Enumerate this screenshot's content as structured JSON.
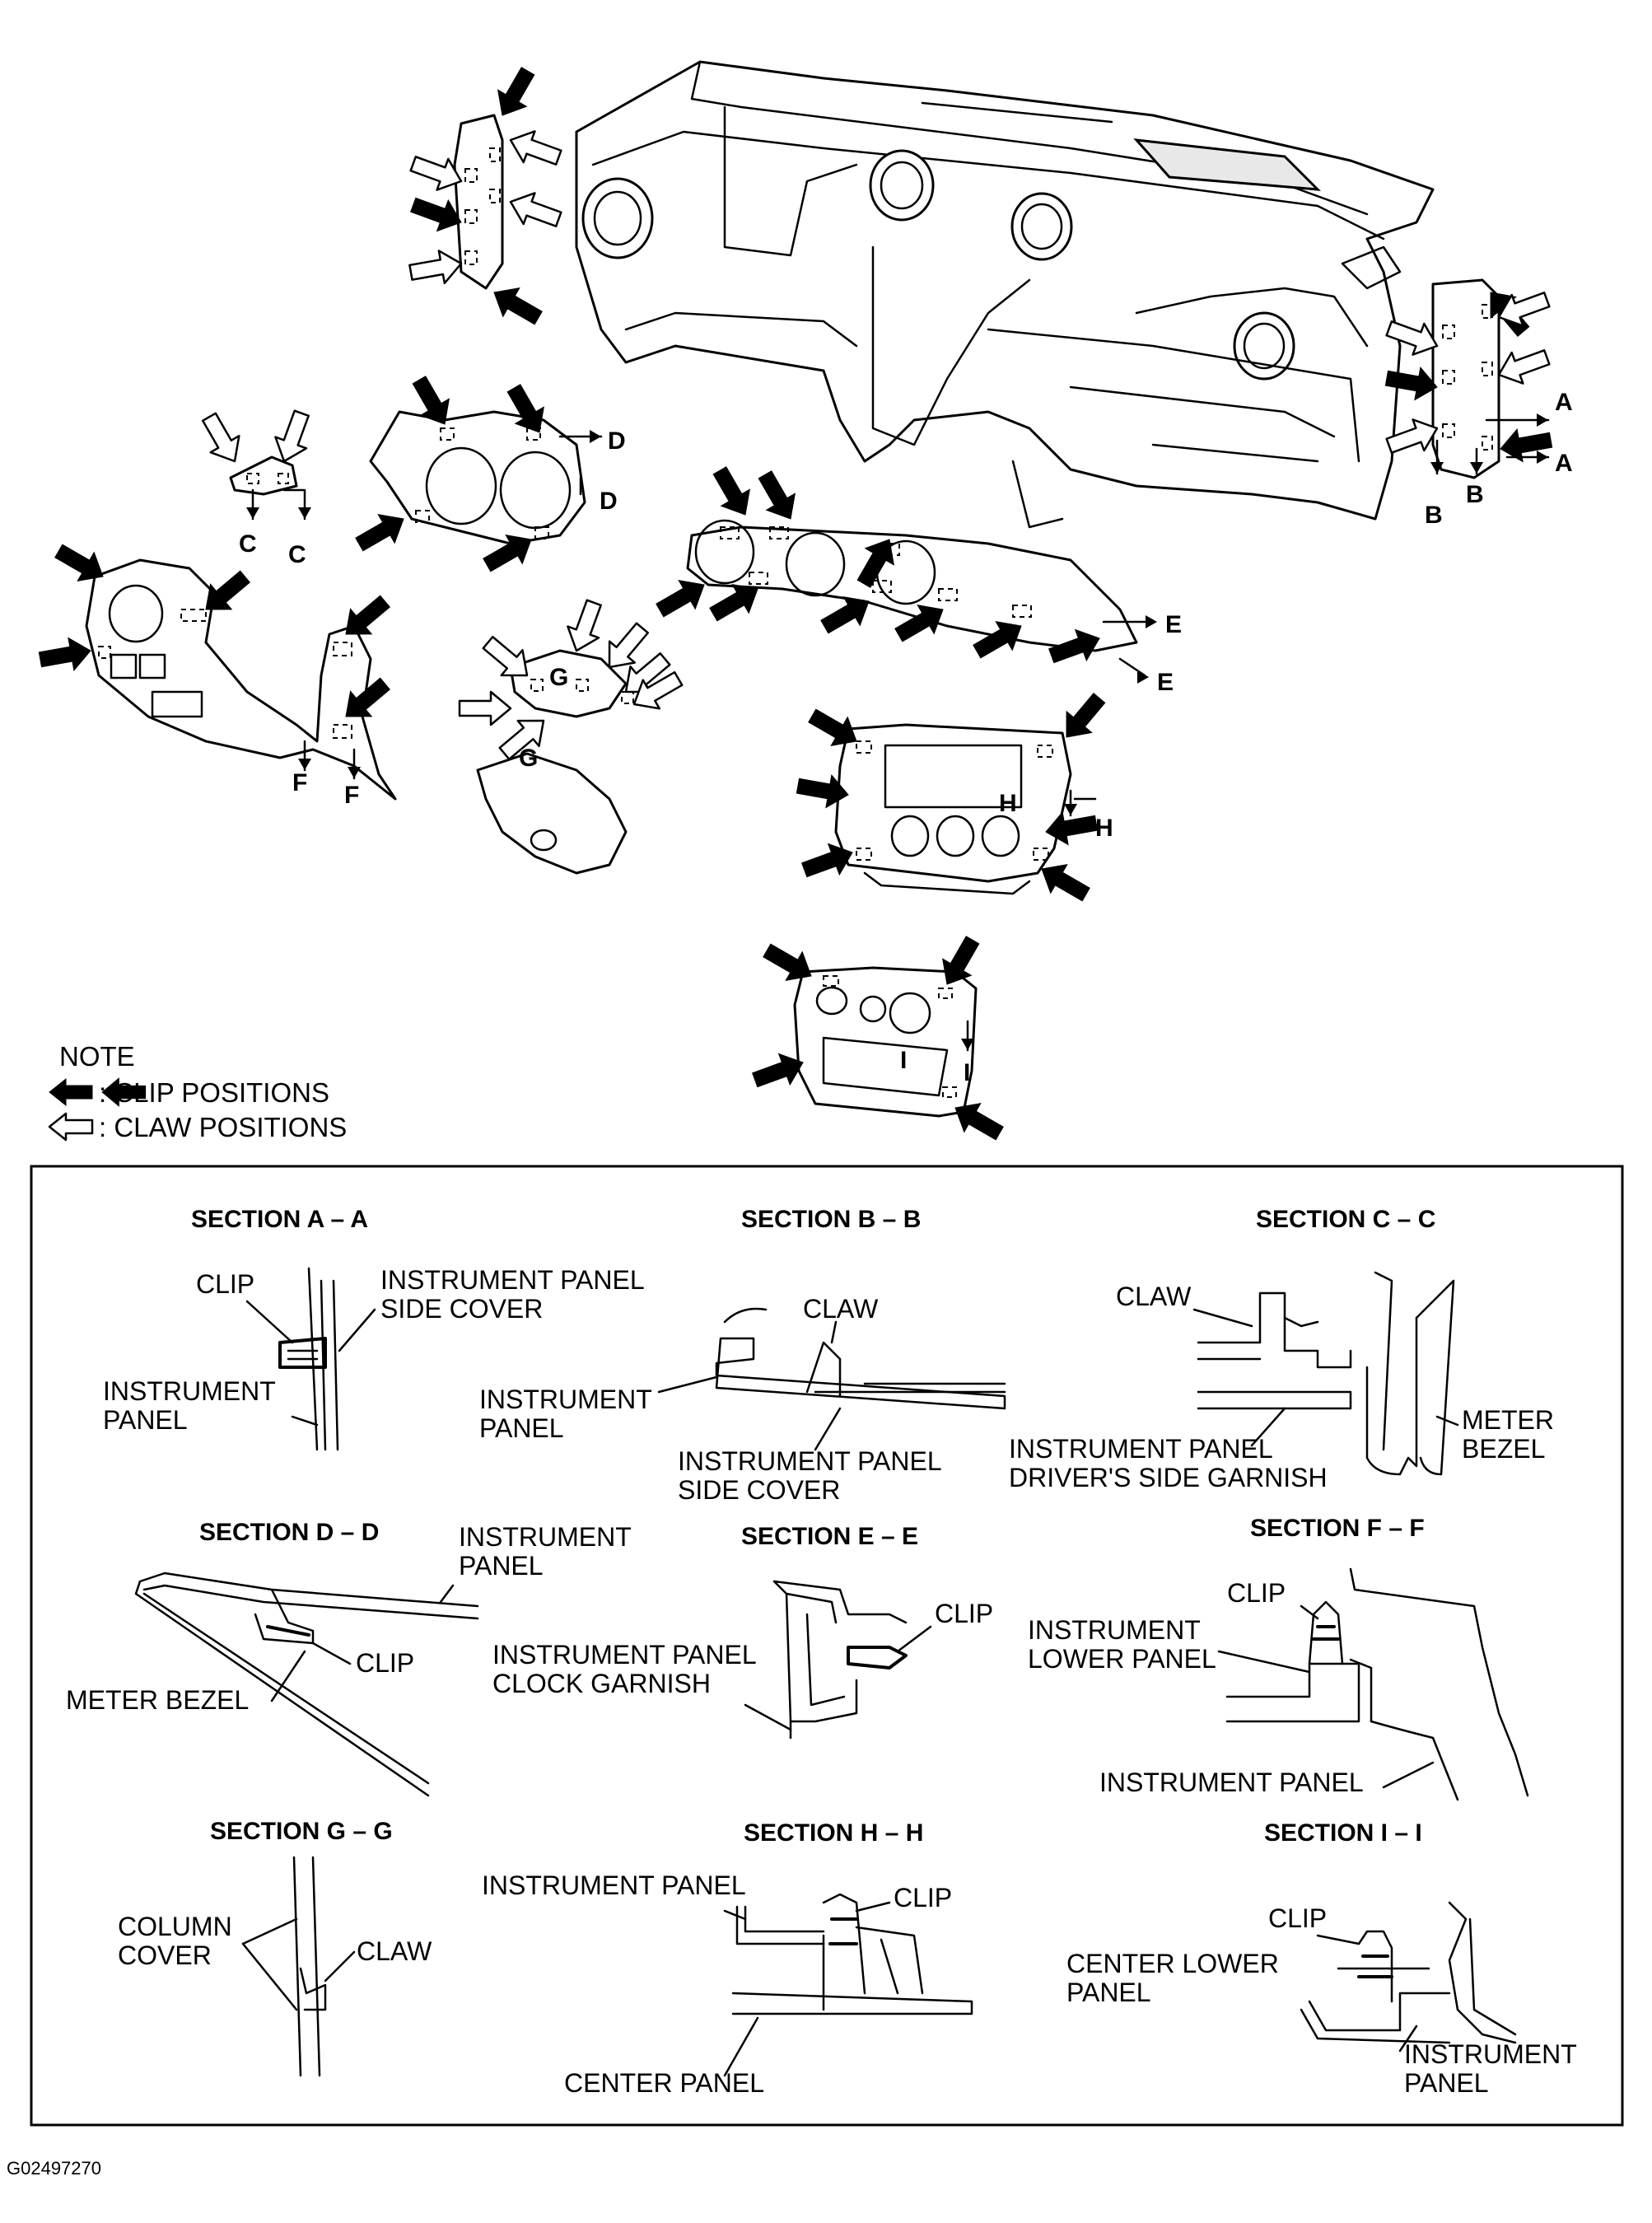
{
  "cut_labels": {
    "a": "A",
    "b": "B",
    "c": "C",
    "d": "D",
    "e": "E",
    "f": "F",
    "g": "G",
    "h": "H",
    "i": "I"
  },
  "note": {
    "title": "NOTE",
    "clip_legend": ": CLIP POSITIONS",
    "claw_legend": ": CLAW POSITIONS"
  },
  "sections": {
    "a": {
      "title": "SECTION A – A",
      "clip": "CLIP",
      "side_cover_1": "INSTRUMENT PANEL",
      "side_cover_2": "SIDE COVER",
      "panel_1": "INSTRUMENT",
      "panel_2": "PANEL"
    },
    "b": {
      "title": "SECTION B – B",
      "claw": "CLAW",
      "panel_1": "INSTRUMENT",
      "panel_2": "PANEL",
      "side_cover_1": "INSTRUMENT PANEL",
      "side_cover_2": "SIDE COVER"
    },
    "c": {
      "title": "SECTION C – C",
      "claw": "CLAW",
      "garnish_1": "INSTRUMENT PANEL",
      "garnish_2": "DRIVER'S SIDE GARNISH",
      "bezel_1": "METER",
      "bezel_2": "BEZEL"
    },
    "d": {
      "title": "SECTION D – D",
      "panel_1": "INSTRUMENT",
      "panel_2": "PANEL",
      "clip": "CLIP",
      "bezel": "METER BEZEL"
    },
    "e": {
      "title": "SECTION E – E",
      "clip": "CLIP",
      "garnish_1": "INSTRUMENT PANEL",
      "garnish_2": "CLOCK GARNISH"
    },
    "f": {
      "title": "SECTION F – F",
      "clip": "CLIP",
      "lower_1": "INSTRUMENT",
      "lower_2": "LOWER PANEL",
      "panel": "INSTRUMENT PANEL"
    },
    "g": {
      "title": "SECTION G – G",
      "cover_1": "COLUMN",
      "cover_2": "COVER",
      "claw": "CLAW"
    },
    "h": {
      "title": "SECTION H – H",
      "panel": "INSTRUMENT PANEL",
      "clip": "CLIP",
      "center": "CENTER PANEL"
    },
    "i": {
      "title": "SECTION I – I",
      "clip": "CLIP",
      "lower_1": "CENTER LOWER",
      "lower_2": "PANEL",
      "panel_1": "INSTRUMENT",
      "panel_2": "PANEL"
    }
  },
  "figure_code": "G02497270"
}
